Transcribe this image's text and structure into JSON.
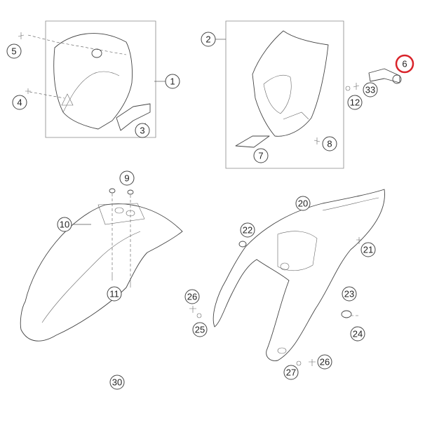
{
  "callouts": {
    "c1": "1",
    "c2": "2",
    "c3": "3",
    "c4": "4",
    "c5": "5",
    "c6": "6",
    "c7": "7",
    "c8": "8",
    "c9": "9",
    "c10": "10",
    "c11": "11",
    "c12": "12",
    "c33": "33",
    "c20": "20",
    "c21": "21",
    "c22": "22",
    "c23": "23",
    "c24": "24",
    "c25": "25",
    "c26a": "26",
    "c26b": "26",
    "c27": "27",
    "c30": "30"
  },
  "highlight_color": "#d9232a"
}
